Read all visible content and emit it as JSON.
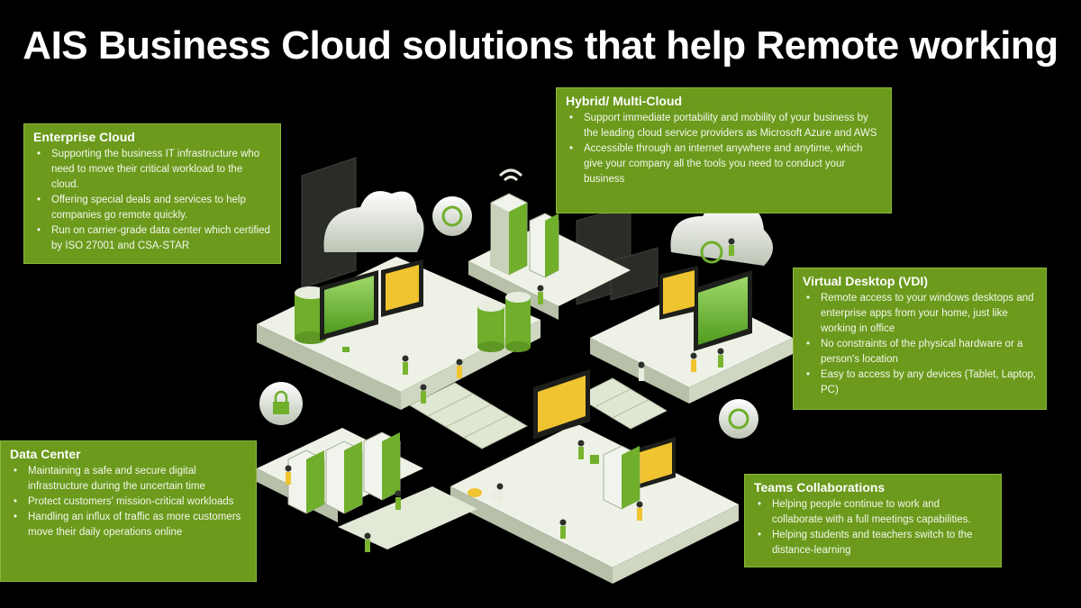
{
  "title": "AIS Business Cloud solutions that help Remote working",
  "colors": {
    "panel_green": "#6b9a1c",
    "accent_green": "#8ccb2c",
    "platform": "#e9eee0",
    "background": "#000000"
  },
  "sections": {
    "enterprise_cloud": {
      "heading": "Enterprise Cloud",
      "bullets": [
        "Supporting  the business IT infrastructure who need to move their critical workload to the cloud.",
        "Offering special deals and services to help companies go remote quickly.",
        "Run on carrier-grade  data center which certified by ISO 27001 and CSA-STAR"
      ]
    },
    "hybrid_multi_cloud": {
      "heading": "Hybrid/ Multi-Cloud",
      "bullets": [
        "Support immediate portability and mobility of your business by the leading cloud service providers as Microsoft Azure and AWS",
        "Accessible through  an internet anywhere and anytime, which give your company all the tools you need to conduct your business"
      ]
    },
    "virtual_desktop": {
      "heading": "Virtual Desktop (VDI)",
      "bullets": [
        "Remote access to your windows desktops and enterprise  apps from your home, just like working in office",
        "No constraints of the physical hardware or a person's location",
        "Easy to access by any devices (Tablet, Laptop, PC)"
      ]
    },
    "data_center": {
      "heading": "Data Center",
      "bullets": [
        "Maintaining  a safe and secure digital infrastructure during the uncertain time",
        "Protect customers' mission-critical workloads",
        "Handling  an influx of traffic as more customers move their daily operations online"
      ]
    },
    "teams_collaborations": {
      "heading": "Teams Collaborations",
      "bullets": [
        "Helping people continue to work and collaborate with a full meetings capabilities.",
        "Helping students and teachers switch to the distance-learning"
      ]
    }
  },
  "icons": [
    "cloud-icon",
    "server-rack-icon",
    "monitor-icon",
    "laptop-icon",
    "wifi-icon",
    "lock-icon",
    "person-icon",
    "database-icon",
    "sync-icon"
  ]
}
